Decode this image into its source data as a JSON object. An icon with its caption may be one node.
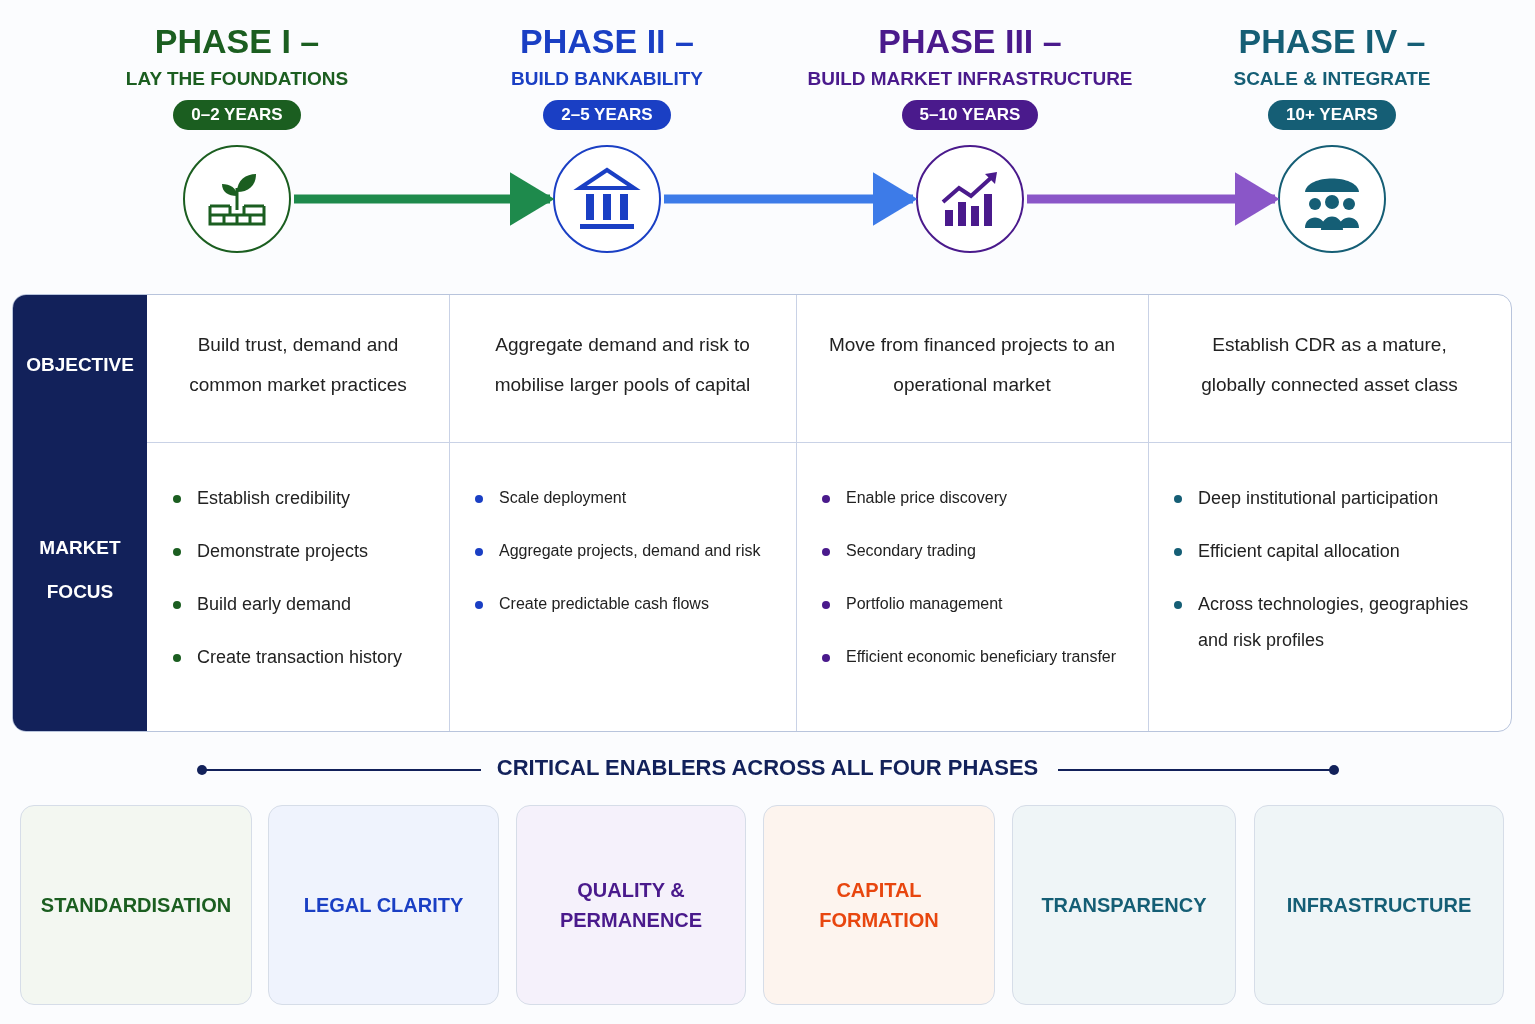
{
  "diagram": {
    "nodes": [
      {
        "text": [
          "PHASE I –",
          "LAY THE FOUNDATIONS",
          "0–2 YEARS"
        ]
      },
      {
        "text": [
          "PHASE II –",
          "BUILD BANKABILITY",
          "2–5 YEARS"
        ]
      },
      {
        "text": [
          "PHASE III –",
          "BUILD MARKET INFRASTRUCTURE",
          "5–10 YEARS"
        ]
      },
      {
        "text": [
          "PHASE IV –",
          "SCALE & INTEGRATE",
          "10+ YEARS"
        ]
      },
      {
        "text": [
          "STANDARDISATION"
        ]
      },
      {
        "text": [
          "LEGAL CLARITY"
        ]
      },
      {
        "text": [
          "QUALITY & PERMANENCE"
        ]
      },
      {
        "text": [
          "CAPITAL FORMATION"
        ]
      },
      {
        "text": [
          "TRANSPARENCY"
        ]
      },
      {
        "text": [
          "INFRASTRUCTURE"
        ]
      }
    ],
    "edges": [
      {
        "from": 0,
        "to": 1,
        "arrow": "to",
        "color": "#1e8a4c"
      },
      {
        "from": 1,
        "to": 2,
        "arrow": "to",
        "color": "#3d7be8"
      },
      {
        "from": 2,
        "to": 3,
        "arrow": "to",
        "color": "#8a56c8"
      }
    ],
    "labels": [
      "OBJECTIVE",
      "Build trust, demand and common market practices",
      "Aggregate demand and risk to mobilise larger pools of capital",
      "Move from financed projects to an operational market",
      "Establish CDR as a mature, globally connected asset class",
      "MARKET FOCUS",
      "Establish credibility",
      "Demonstrate projects",
      "Build early demand",
      "Create transaction history",
      "Scale deployment",
      "Aggregate projects, demand and risk",
      "Create predictable cash flows",
      "Enable price discovery",
      "Secondary trading",
      "Portfolio management",
      "Efficient economic beneficiary transfer",
      "Deep institutional participation",
      "Efficient capital allocation",
      "Across technologies, geographies and risk profiles",
      "CRITICAL ENABLERS ACROSS ALL FOUR PHASES"
    ]
  }
}
